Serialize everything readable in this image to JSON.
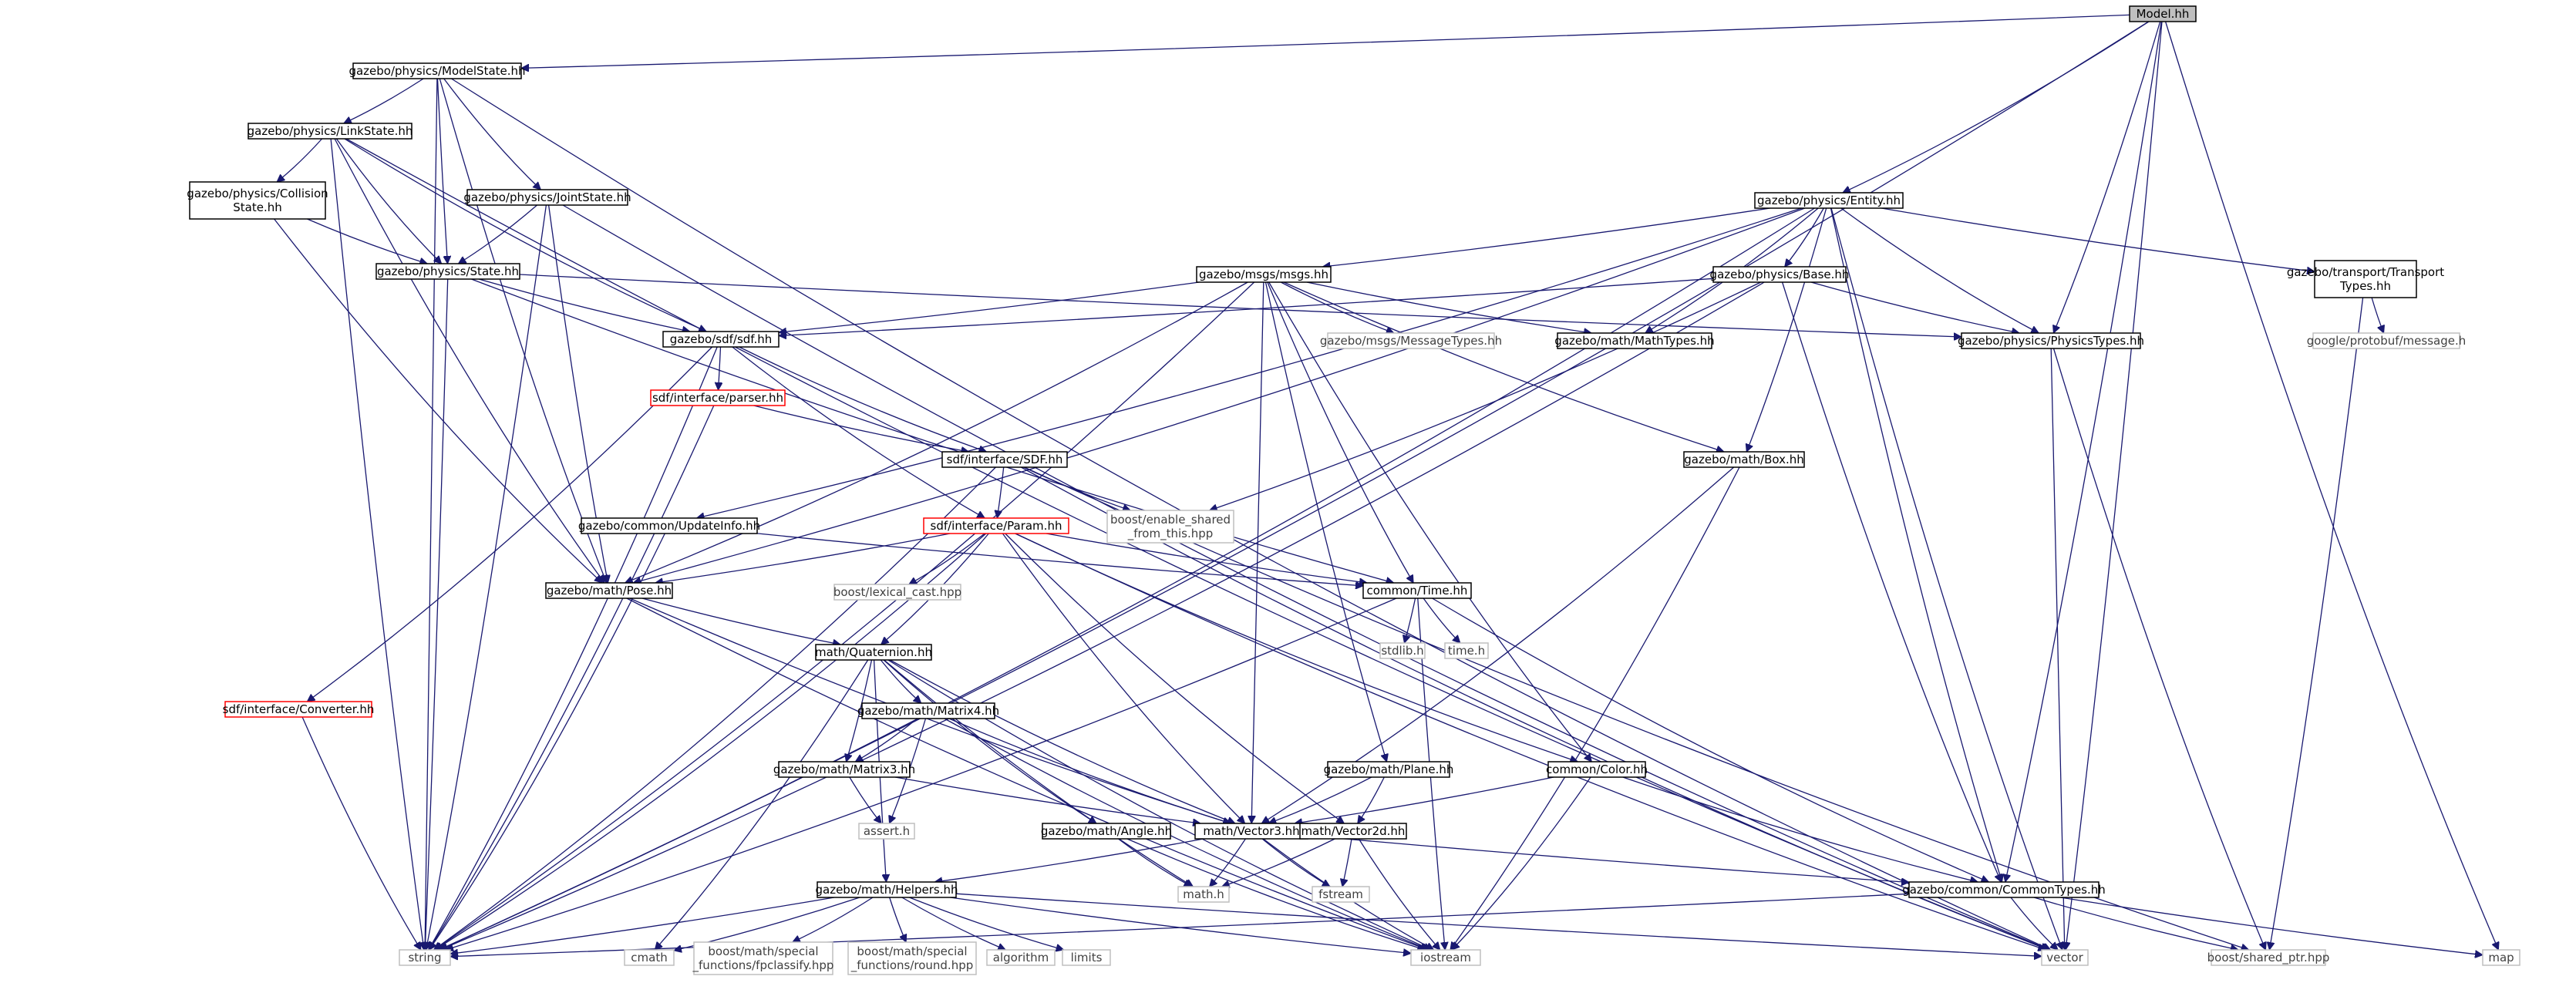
{
  "title": "Model.hh",
  "colors": {
    "edge": "#191970",
    "box_border": "#000000",
    "external_border": "#bfbfbf",
    "missing_border": "#ff0000",
    "root_fill": "#bfbfbf"
  },
  "nodes": [
    {
      "id": "model",
      "label": [
        "Model.hh"
      ],
      "kind": "root"
    },
    {
      "id": "modelstate",
      "label": [
        "gazebo/physics/ModelState.hh"
      ],
      "kind": "std"
    },
    {
      "id": "linkstate",
      "label": [
        "gazebo/physics/LinkState.hh"
      ],
      "kind": "std"
    },
    {
      "id": "collisionstate",
      "label": [
        "gazebo/physics/Collision",
        "State.hh"
      ],
      "kind": "std"
    },
    {
      "id": "jointstate",
      "label": [
        "gazebo/physics/JointState.hh"
      ],
      "kind": "std"
    },
    {
      "id": "state",
      "label": [
        "gazebo/physics/State.hh"
      ],
      "kind": "std"
    },
    {
      "id": "sdf",
      "label": [
        "gazebo/sdf/sdf.hh"
      ],
      "kind": "std"
    },
    {
      "id": "parser",
      "label": [
        "sdf/interface/parser.hh"
      ],
      "kind": "red"
    },
    {
      "id": "sdfi",
      "label": [
        "sdf/interface/SDF.hh"
      ],
      "kind": "std"
    },
    {
      "id": "param",
      "label": [
        "sdf/interface/Param.hh"
      ],
      "kind": "red"
    },
    {
      "id": "converter",
      "label": [
        "sdf/interface/Converter.hh"
      ],
      "kind": "red"
    },
    {
      "id": "updateinfo",
      "label": [
        "gazebo/common/UpdateInfo.hh"
      ],
      "kind": "std"
    },
    {
      "id": "pose",
      "label": [
        "gazebo/math/Pose.hh"
      ],
      "kind": "std"
    },
    {
      "id": "quat",
      "label": [
        "math/Quaternion.hh"
      ],
      "kind": "std"
    },
    {
      "id": "matrix4",
      "label": [
        "gazebo/math/Matrix4.hh"
      ],
      "kind": "std"
    },
    {
      "id": "matrix3",
      "label": [
        "gazebo/math/Matrix3.hh"
      ],
      "kind": "std"
    },
    {
      "id": "assert",
      "label": [
        "assert.h"
      ],
      "kind": "ext"
    },
    {
      "id": "angle",
      "label": [
        "gazebo/math/Angle.hh"
      ],
      "kind": "std"
    },
    {
      "id": "vector3",
      "label": [
        "math/Vector3.hh"
      ],
      "kind": "std"
    },
    {
      "id": "vector2d",
      "label": [
        "math/Vector2d.hh"
      ],
      "kind": "std"
    },
    {
      "id": "helpers",
      "label": [
        "gazebo/math/Helpers.hh"
      ],
      "kind": "std"
    },
    {
      "id": "string",
      "label": [
        "string"
      ],
      "kind": "ext"
    },
    {
      "id": "cmath",
      "label": [
        "cmath"
      ],
      "kind": "ext"
    },
    {
      "id": "fpclassify",
      "label": [
        "boost/math/special",
        "_functions/fpclassify.hpp"
      ],
      "kind": "ext"
    },
    {
      "id": "round",
      "label": [
        "boost/math/special",
        "_functions/round.hpp"
      ],
      "kind": "ext"
    },
    {
      "id": "algorithm",
      "label": [
        "algorithm"
      ],
      "kind": "ext"
    },
    {
      "id": "limits",
      "label": [
        "limits"
      ],
      "kind": "ext"
    },
    {
      "id": "mathh",
      "label": [
        "math.h"
      ],
      "kind": "ext"
    },
    {
      "id": "fstream",
      "label": [
        "fstream"
      ],
      "kind": "ext"
    },
    {
      "id": "iostream",
      "label": [
        "iostream"
      ],
      "kind": "ext"
    },
    {
      "id": "lexical",
      "label": [
        "boost/lexical_cast.hpp"
      ],
      "kind": "ext"
    },
    {
      "id": "enableshared",
      "label": [
        "boost/enable_shared",
        "_from_this.hpp"
      ],
      "kind": "ext"
    },
    {
      "id": "time",
      "label": [
        "common/Time.hh"
      ],
      "kind": "std"
    },
    {
      "id": "stdlib",
      "label": [
        "stdlib.h"
      ],
      "kind": "ext"
    },
    {
      "id": "timeh",
      "label": [
        "time.h"
      ],
      "kind": "ext"
    },
    {
      "id": "msgs",
      "label": [
        "gazebo/msgs/msgs.hh"
      ],
      "kind": "std"
    },
    {
      "id": "msgtypes",
      "label": [
        "gazebo/msgs/MessageTypes.hh"
      ],
      "kind": "ext"
    },
    {
      "id": "mathtypes",
      "label": [
        "gazebo/math/MathTypes.hh"
      ],
      "kind": "std"
    },
    {
      "id": "entity",
      "label": [
        "gazebo/physics/Entity.hh"
      ],
      "kind": "std"
    },
    {
      "id": "base",
      "label": [
        "gazebo/physics/Base.hh"
      ],
      "kind": "std"
    },
    {
      "id": "box",
      "label": [
        "gazebo/math/Box.hh"
      ],
      "kind": "std"
    },
    {
      "id": "plane",
      "label": [
        "gazebo/math/Plane.hh"
      ],
      "kind": "std"
    },
    {
      "id": "color",
      "label": [
        "common/Color.hh"
      ],
      "kind": "std"
    },
    {
      "id": "commontypes",
      "label": [
        "gazebo/common/CommonTypes.hh"
      ],
      "kind": "std"
    },
    {
      "id": "vector",
      "label": [
        "vector"
      ],
      "kind": "ext"
    },
    {
      "id": "sharedptr",
      "label": [
        "boost/shared_ptr.hpp"
      ],
      "kind": "ext"
    },
    {
      "id": "map",
      "label": [
        "map"
      ],
      "kind": "ext"
    },
    {
      "id": "physicstypes",
      "label": [
        "gazebo/physics/PhysicsTypes.hh"
      ],
      "kind": "std"
    },
    {
      "id": "transporttypes",
      "label": [
        "gazebo/transport/Transport",
        "Types.hh"
      ],
      "kind": "std"
    },
    {
      "id": "protobuf",
      "label": [
        "google/protobuf/message.h"
      ],
      "kind": "ext"
    }
  ],
  "edges": [
    [
      "model",
      "modelstate"
    ],
    [
      "model",
      "string"
    ],
    [
      "model",
      "entity"
    ],
    [
      "model",
      "physicstypes"
    ],
    [
      "model",
      "commontypes"
    ],
    [
      "model",
      "vector"
    ],
    [
      "model",
      "map"
    ],
    [
      "modelstate",
      "linkstate"
    ],
    [
      "modelstate",
      "jointstate"
    ],
    [
      "modelstate",
      "state"
    ],
    [
      "modelstate",
      "pose"
    ],
    [
      "modelstate",
      "string"
    ],
    [
      "modelstate",
      "vector"
    ],
    [
      "linkstate",
      "collisionstate"
    ],
    [
      "linkstate",
      "state"
    ],
    [
      "linkstate",
      "sdf"
    ],
    [
      "linkstate",
      "pose"
    ],
    [
      "linkstate",
      "string"
    ],
    [
      "linkstate",
      "vector"
    ],
    [
      "collisionstate",
      "state"
    ],
    [
      "collisionstate",
      "pose"
    ],
    [
      "jointstate",
      "state"
    ],
    [
      "jointstate",
      "pose"
    ],
    [
      "jointstate",
      "string"
    ],
    [
      "jointstate",
      "vector"
    ],
    [
      "state",
      "sdf"
    ],
    [
      "state",
      "time"
    ],
    [
      "state",
      "physicstypes"
    ],
    [
      "state",
      "string"
    ],
    [
      "sdf",
      "parser"
    ],
    [
      "sdf",
      "sdfi"
    ],
    [
      "sdf",
      "param"
    ],
    [
      "sdf",
      "converter"
    ],
    [
      "sdf",
      "string"
    ],
    [
      "parser",
      "sdfi"
    ],
    [
      "parser",
      "string"
    ],
    [
      "sdfi",
      "param"
    ],
    [
      "sdfi",
      "enableshared"
    ],
    [
      "sdfi",
      "sharedptr"
    ],
    [
      "sdfi",
      "string"
    ],
    [
      "sdfi",
      "vector"
    ],
    [
      "param",
      "pose"
    ],
    [
      "param",
      "time"
    ],
    [
      "param",
      "quat"
    ],
    [
      "param",
      "vector3"
    ],
    [
      "param",
      "vector2d"
    ],
    [
      "param",
      "color"
    ],
    [
      "param",
      "lexical"
    ],
    [
      "param",
      "string"
    ],
    [
      "param",
      "vector"
    ],
    [
      "converter",
      "string"
    ],
    [
      "updateinfo",
      "time"
    ],
    [
      "updateinfo",
      "string"
    ],
    [
      "pose",
      "quat"
    ],
    [
      "pose",
      "vector3"
    ],
    [
      "pose",
      "iostream"
    ],
    [
      "quat",
      "matrix4"
    ],
    [
      "quat",
      "matrix3"
    ],
    [
      "quat",
      "angle"
    ],
    [
      "quat",
      "vector3"
    ],
    [
      "quat",
      "helpers"
    ],
    [
      "quat",
      "mathh"
    ],
    [
      "quat",
      "cmath"
    ],
    [
      "quat",
      "iostream"
    ],
    [
      "matrix4",
      "matrix3"
    ],
    [
      "matrix4",
      "vector3"
    ],
    [
      "matrix4",
      "assert"
    ],
    [
      "matrix4",
      "iostream"
    ],
    [
      "matrix3",
      "vector3"
    ],
    [
      "matrix3",
      "assert"
    ],
    [
      "angle",
      "mathh"
    ],
    [
      "angle",
      "iostream"
    ],
    [
      "vector3",
      "helpers"
    ],
    [
      "vector3",
      "mathh"
    ],
    [
      "vector3",
      "fstream"
    ],
    [
      "vector3",
      "iostream"
    ],
    [
      "vector3",
      "commontypes"
    ],
    [
      "vector2d",
      "mathh"
    ],
    [
      "vector2d",
      "fstream"
    ],
    [
      "vector2d",
      "iostream"
    ],
    [
      "helpers",
      "string"
    ],
    [
      "helpers",
      "cmath"
    ],
    [
      "helpers",
      "fpclassify"
    ],
    [
      "helpers",
      "round"
    ],
    [
      "helpers",
      "algorithm"
    ],
    [
      "helpers",
      "limits"
    ],
    [
      "helpers",
      "iostream"
    ],
    [
      "helpers",
      "vector"
    ],
    [
      "time",
      "stdlib"
    ],
    [
      "time",
      "timeh"
    ],
    [
      "time",
      "iostream"
    ],
    [
      "time",
      "string"
    ],
    [
      "time",
      "commontypes"
    ],
    [
      "msgs",
      "sdf"
    ],
    [
      "msgs",
      "msgtypes"
    ],
    [
      "msgs",
      "mathtypes"
    ],
    [
      "msgs",
      "time"
    ],
    [
      "msgs",
      "color"
    ],
    [
      "msgs",
      "box"
    ],
    [
      "msgs",
      "plane"
    ],
    [
      "msgs",
      "vector3"
    ],
    [
      "msgs",
      "pose"
    ],
    [
      "msgs",
      "string"
    ],
    [
      "entity",
      "msgs"
    ],
    [
      "entity",
      "base"
    ],
    [
      "entity",
      "box"
    ],
    [
      "entity",
      "mathtypes"
    ],
    [
      "entity",
      "transporttypes"
    ],
    [
      "entity",
      "physicstypes"
    ],
    [
      "entity",
      "commontypes"
    ],
    [
      "entity",
      "updateinfo"
    ],
    [
      "entity",
      "pose"
    ],
    [
      "entity",
      "string"
    ],
    [
      "entity",
      "vector"
    ],
    [
      "base",
      "sdf"
    ],
    [
      "base",
      "physicstypes"
    ],
    [
      "base",
      "commontypes"
    ],
    [
      "base",
      "enableshared"
    ],
    [
      "base",
      "string"
    ],
    [
      "box",
      "vector3"
    ],
    [
      "box",
      "iostream"
    ],
    [
      "plane",
      "vector3"
    ],
    [
      "plane",
      "vector2d"
    ],
    [
      "color",
      "vector3"
    ],
    [
      "color",
      "iostream"
    ],
    [
      "color",
      "commontypes"
    ],
    [
      "commontypes",
      "vector"
    ],
    [
      "commontypes",
      "string"
    ],
    [
      "commontypes",
      "sharedptr"
    ],
    [
      "commontypes",
      "map"
    ],
    [
      "physicstypes",
      "vector"
    ],
    [
      "physicstypes",
      "sharedptr"
    ],
    [
      "transporttypes",
      "protobuf"
    ],
    [
      "transporttypes",
      "sharedptr"
    ]
  ]
}
